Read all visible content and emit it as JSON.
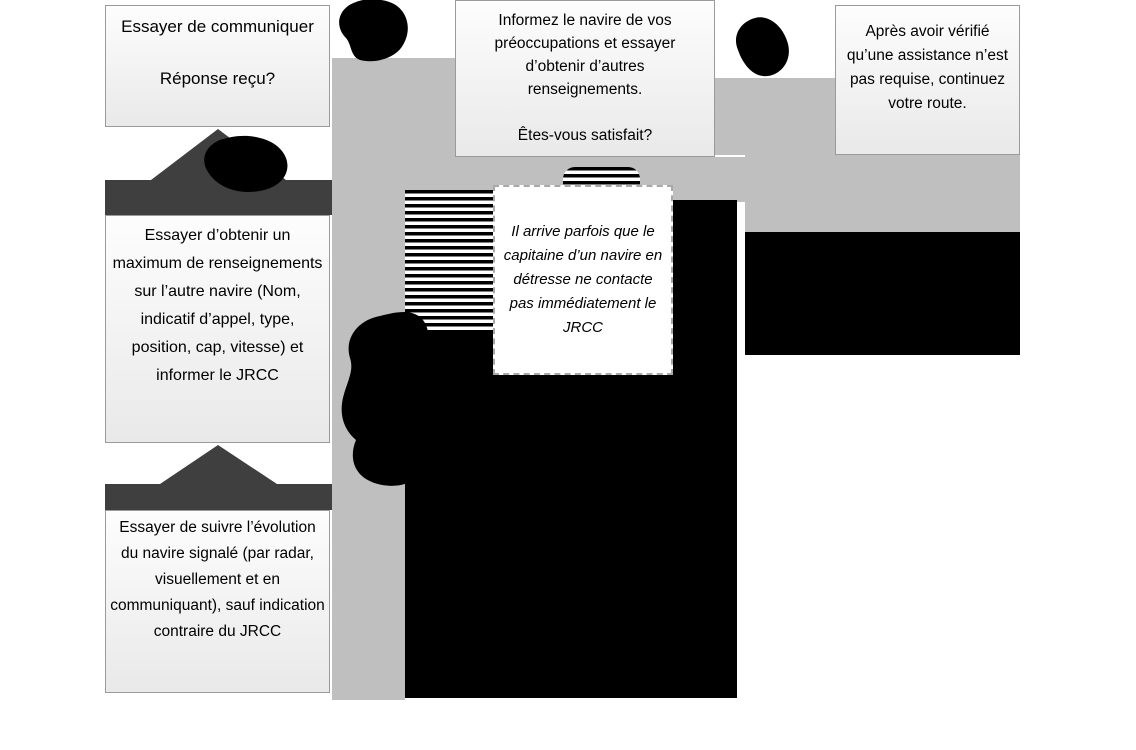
{
  "boxes": {
    "communicate": {
      "p1": "Essayer de communiquer",
      "p2": "Réponse reçu?"
    },
    "inform": {
      "p1": "Informez le navire de vos préoccupations et essayer d’obtenir d’autres renseignements.",
      "p2": "Êtes-vous satisfait?"
    },
    "continue_route": {
      "text": "Après avoir vérifié qu’une assistance n’est pas requise, continuez votre route."
    },
    "note": {
      "text": "Il arrive parfois que le capitaine d’un navire en détresse ne contacte pas immédiatement le JRCC"
    },
    "gather": {
      "text": "Essayer d’obtenir un maximum de renseignements sur l’autre navire (Nom, indicatif d’appel, type, position, cap, vitesse) et informer le JRCC"
    },
    "track": {
      "text": "Essayer de suivre l’évolution du navire signalé (par radar, visuellement et en communiquant), sauf indication contraire du JRCC"
    }
  },
  "colors": {
    "background": "#ffffff",
    "connector_gray": "#bfbfbf",
    "arrow_dark": "#3f3f3f",
    "ink_black": "#000000",
    "box_border": "#9a9a9a"
  }
}
